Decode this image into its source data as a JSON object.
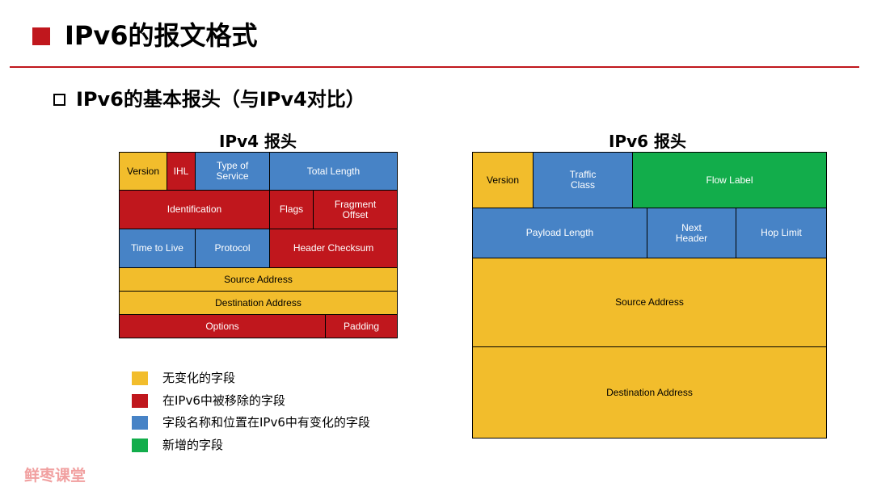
{
  "colors": {
    "accent": "#c0171d",
    "unchanged": "#f2bd2c",
    "removed": "#c0171d",
    "renamed": "#4783c6",
    "added": "#12ad4b"
  },
  "page": {
    "title": "IPv6的报文格式",
    "subtitle": "IPv6的基本报头（与IPv4对比）"
  },
  "ipv4": {
    "title": "IPv4 报头",
    "fields": {
      "version": "Version",
      "ihl": "IHL",
      "type_of_service": "Type of\nService",
      "total_length": "Total Length",
      "identification": "Identification",
      "flags": "Flags",
      "fragment_offset": "Fragment\nOffset",
      "time_to_live": "Time to Live",
      "protocol": "Protocol",
      "header_checksum": "Header Checksum",
      "source_address": "Source Address",
      "destination_address": "Destination Address",
      "options": "Options",
      "padding": "Padding"
    }
  },
  "ipv6": {
    "title": "IPv6 报头",
    "fields": {
      "version": "Version",
      "traffic_class": "Traffic\nClass",
      "flow_label": "Flow Label",
      "payload_length": "Payload Length",
      "next_header": "Next\nHeader",
      "hop_limit": "Hop Limit",
      "source_address": "Source Address",
      "destination_address": "Destination Address"
    }
  },
  "legend": [
    {
      "label": "无变化的字段",
      "color": "#f2bd2c"
    },
    {
      "label": "在IPv6中被移除的字段",
      "color": "#c0171d"
    },
    {
      "label": "字段名称和位置在IPv6中有变化的字段",
      "color": "#4783c6"
    },
    {
      "label": "新增的字段",
      "color": "#12ad4b"
    }
  ],
  "watermark": "鲜枣课堂"
}
